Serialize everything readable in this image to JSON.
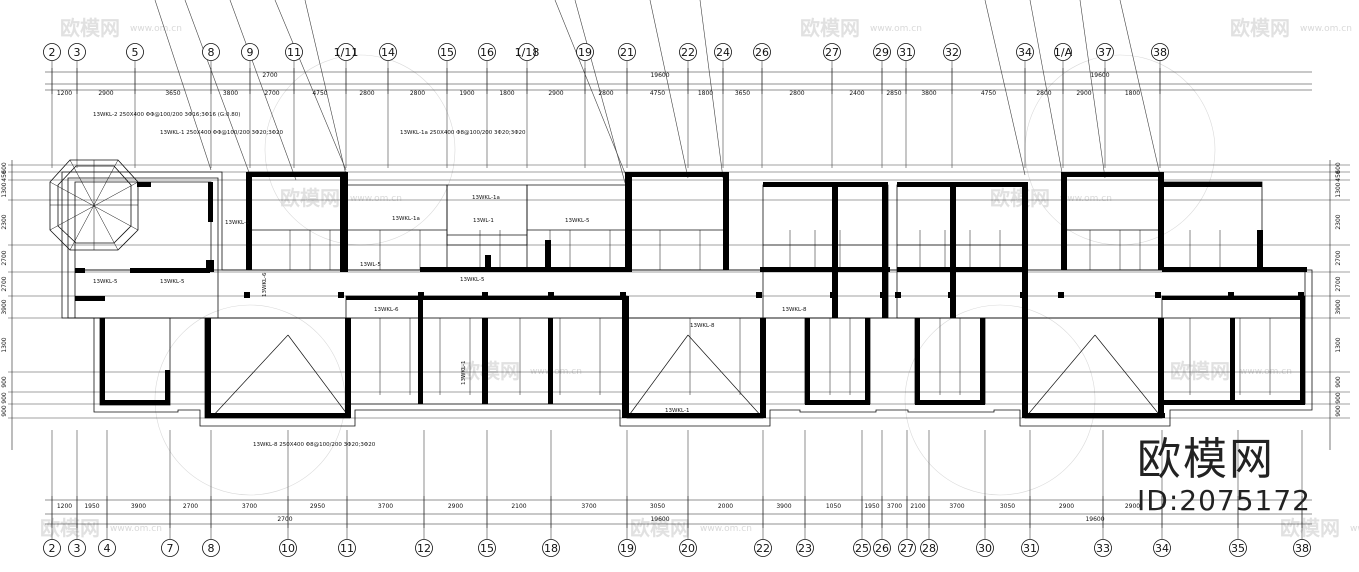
{
  "drawing": {
    "top_axis_labels": [
      "2",
      "3",
      "5",
      "8",
      "9",
      "11",
      "1/11",
      "14",
      "15",
      "16",
      "1/18",
      "19",
      "21",
      "22",
      "24",
      "26",
      "27",
      "29",
      "31",
      "32",
      "34",
      "1/A",
      "37",
      "38"
    ],
    "bottom_axis_labels": [
      "2",
      "3",
      "4",
      "7",
      "8",
      "10",
      "11",
      "12",
      "15",
      "18",
      "19",
      "20",
      "22",
      "23",
      "25",
      "26",
      "27",
      "28",
      "30",
      "31",
      "33",
      "34",
      "35",
      "38"
    ],
    "top_dims": [
      "1200",
      "2900",
      "3650",
      "3800",
      "2700",
      "4750",
      "2800",
      "2800",
      "1900",
      "1800",
      "2900",
      "2800",
      "4750",
      "1800",
      "3650",
      "2800",
      "2400",
      "2850",
      "3800",
      "4750",
      "2800",
      "2900",
      "1800"
    ],
    "top_overall_dims": [
      "2700",
      "19600",
      "19600"
    ],
    "bottom_dims": [
      "1200",
      "1950",
      "3900",
      "2700",
      "3700",
      "2950",
      "3700",
      "2900",
      "2100",
      "3700",
      "3050",
      "2000",
      "3900",
      "1050",
      "1950",
      "3700",
      "2100",
      "3700",
      "3050",
      "2900",
      "2900"
    ],
    "bottom_overall_dims": [
      "2700",
      "19600",
      "19600"
    ],
    "left_dims": [
      "600",
      "450",
      "1300",
      "2300",
      "2700",
      "2700",
      "3900",
      "1300",
      "900",
      "900",
      "900"
    ],
    "right_dims": [
      "600",
      "450",
      "1300",
      "2300",
      "2700",
      "2700",
      "3900",
      "1300",
      "900",
      "900",
      "900"
    ],
    "beam_labels": [
      "13WKL-2 250X400 ΦΦ@100/200 3Φ16;3Φ16 (G:0.80)",
      "13WKL-1 250X400 ΦΦ@100/200 3Φ20;3Φ20",
      "13WKL-1a 250X400 Φ8@100/200 3Φ20;3Φ20",
      "13WKL-1",
      "13WKL-1a",
      "13WKL-1a",
      "13WL-1",
      "13WKL-5",
      "13WKL-5",
      "13WKL-5",
      "13WL-5",
      "13WKL-5",
      "13WKL-6",
      "13WKL-6",
      "13WKL-8",
      "13WKL-8",
      "13WKL-1",
      "13WKL-1"
    ],
    "beam_note_bottom": "13WKL-8 250X400 Φ8@100/200 3Φ20;3Φ20",
    "watermark_cn": "欧模网",
    "watermark_url": "www.om.cn",
    "brand_cn": "欧模网",
    "brand_id": "ID:2075172"
  },
  "colors": {
    "line": "#111111",
    "wall": "#000000",
    "grid": "#444444",
    "watermark": "#c9c9c9"
  }
}
